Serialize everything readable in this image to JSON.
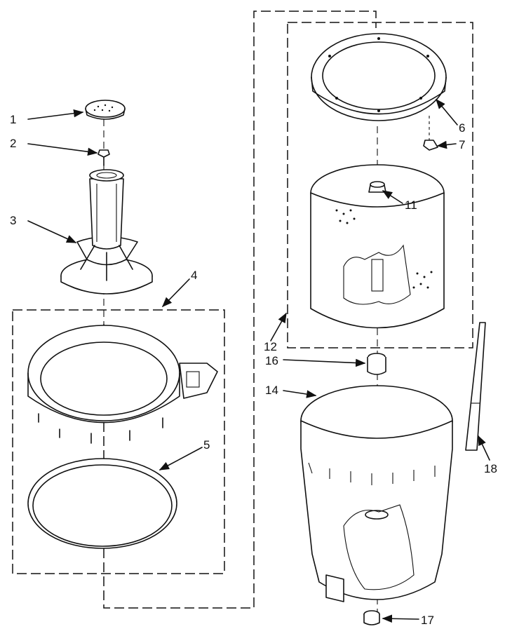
{
  "callouts": [
    {
      "id": "1",
      "label": "1"
    },
    {
      "id": "2",
      "label": "2"
    },
    {
      "id": "3",
      "label": "3"
    },
    {
      "id": "4",
      "label": "4"
    },
    {
      "id": "5",
      "label": "5"
    },
    {
      "id": "6",
      "label": "6"
    },
    {
      "id": "7",
      "label": "7"
    },
    {
      "id": "11",
      "label": "11"
    },
    {
      "id": "12",
      "label": "12"
    },
    {
      "id": "14",
      "label": "14"
    },
    {
      "id": "16",
      "label": "16"
    },
    {
      "id": "17",
      "label": "17"
    },
    {
      "id": "18",
      "label": "18"
    }
  ],
  "colors": {
    "ink": "#111111",
    "paper": "#ffffff"
  }
}
